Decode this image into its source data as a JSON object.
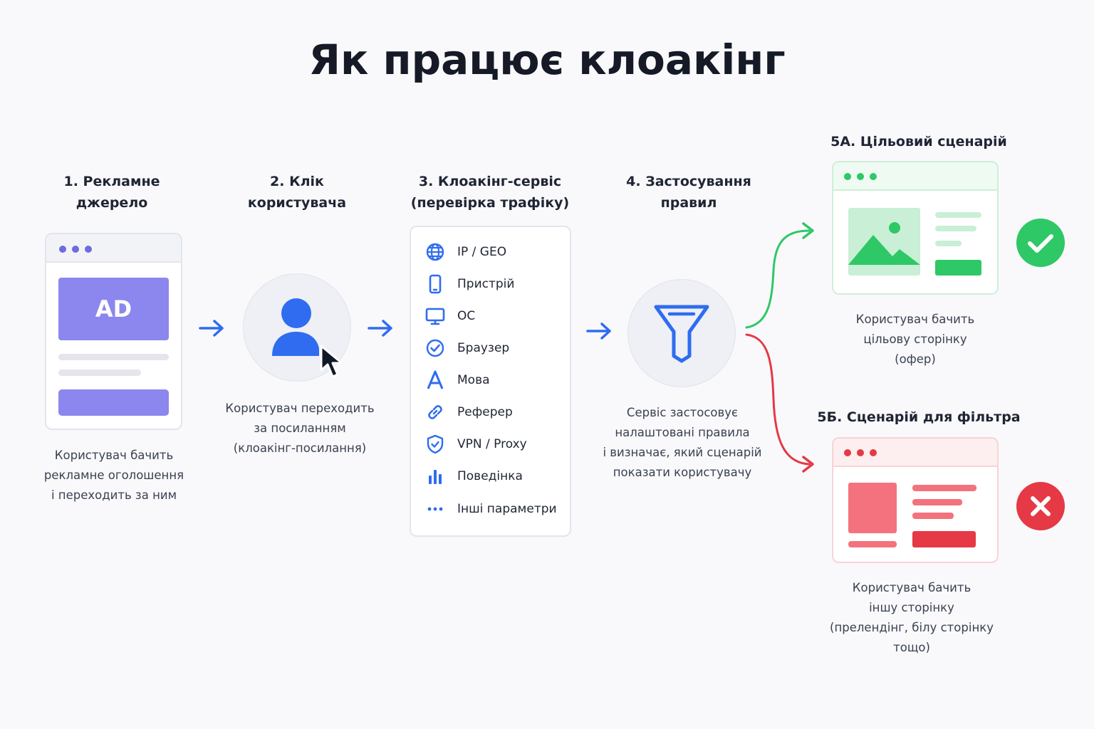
{
  "title": "Як працює клоакінг",
  "colors": {
    "accent_blue": "#2f6cf0",
    "purple": "#8b87ee",
    "green": "#2ec866",
    "red": "#e53945"
  },
  "steps": [
    {
      "title": "1. Рекламне\nджерело",
      "ad_label": "AD",
      "desc": "Користувач бачить\nрекламне оголошення\nі переходить за ним"
    },
    {
      "title": "2. Клік\nкористувача",
      "desc": "Користувач переходить\nза посиланням\n(клоакінг-посилання)"
    },
    {
      "title": "3. Клоакінг-сервіс\n(перевірка трафіку)",
      "criteria": [
        {
          "label": "IP / GEO",
          "icon": "globe-icon"
        },
        {
          "label": "Пристрій",
          "icon": "device-icon"
        },
        {
          "label": "ОС",
          "icon": "monitor-icon"
        },
        {
          "label": "Браузер",
          "icon": "browser-check-icon"
        },
        {
          "label": "Мова",
          "icon": "language-icon"
        },
        {
          "label": "Реферер",
          "icon": "link-icon"
        },
        {
          "label": "VPN / Proxy",
          "icon": "shield-icon"
        },
        {
          "label": "Поведінка",
          "icon": "bar-chart-icon"
        },
        {
          "label": "Інші параметри",
          "icon": "more-dots-icon"
        }
      ]
    },
    {
      "title": "4. Застосування\nправил",
      "desc": "Сервіс застосовує\nналаштовані правила\nі визначає, який сценарій\nпоказати користувачу"
    }
  ],
  "outcomes": {
    "target": {
      "title": "5А. Цільовий сценарій",
      "desc": "Користувач бачить\nцільову сторінку\n(офер)"
    },
    "filter": {
      "title": "5Б. Сценарій для фільтра",
      "desc": "Користувач бачить\nіншу сторінку\n(прелендінг, білу сторінку\nтощо)"
    }
  }
}
